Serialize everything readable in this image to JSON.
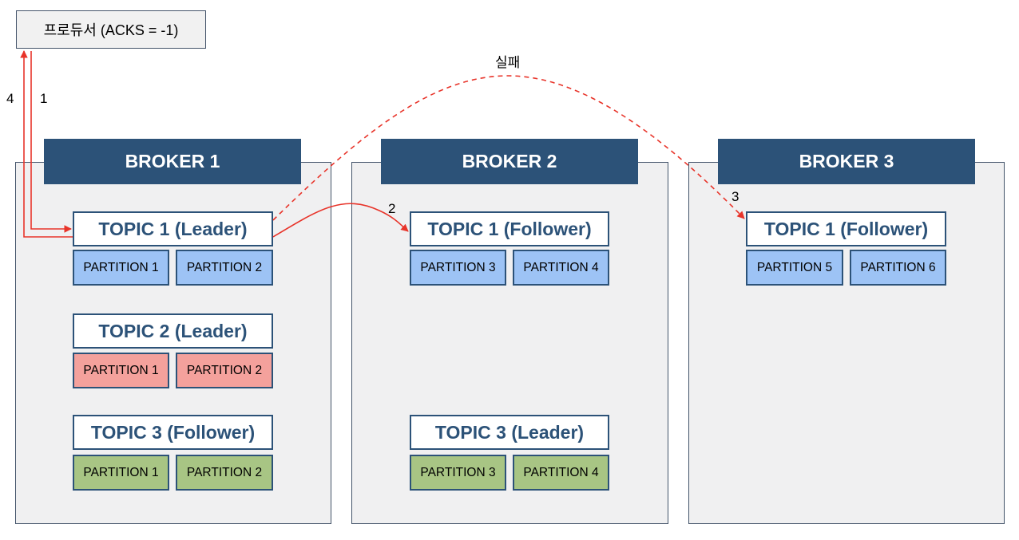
{
  "producer": {
    "label": "프로듀서 (ACKS = -1)"
  },
  "step_labels": {
    "step1": "1",
    "step2": "2",
    "step3": "3",
    "step4": "4",
    "failure": "실패"
  },
  "colors": {
    "header": "#2c5278",
    "topic1_partitions": "#9dc3f5",
    "topic2_partitions": "#f4a19c",
    "topic3_partitions": "#a8c584",
    "arrow": "#e8342a"
  },
  "brokers": [
    {
      "name": "BROKER 1",
      "topics": [
        {
          "label": "TOPIC 1 (Leader)",
          "partitions": [
            "PARTITION 1",
            "PARTITION 2"
          ]
        },
        {
          "label": "TOPIC 2 (Leader)",
          "partitions": [
            "PARTITION 1",
            "PARTITION 2"
          ]
        },
        {
          "label": "TOPIC 3 (Follower)",
          "partitions": [
            "PARTITION 1",
            "PARTITION 2"
          ]
        }
      ]
    },
    {
      "name": "BROKER 2",
      "topics": [
        {
          "label": "TOPIC 1 (Follower)",
          "partitions": [
            "PARTITION 3",
            "PARTITION 4"
          ]
        },
        {
          "label": "TOPIC 3 (Leader)",
          "partitions": [
            "PARTITION 3",
            "PARTITION 4"
          ]
        }
      ]
    },
    {
      "name": "BROKER 3",
      "topics": [
        {
          "label": "TOPIC 1 (Follower)",
          "partitions": [
            "PARTITION 5",
            "PARTITION 6"
          ]
        }
      ]
    }
  ]
}
